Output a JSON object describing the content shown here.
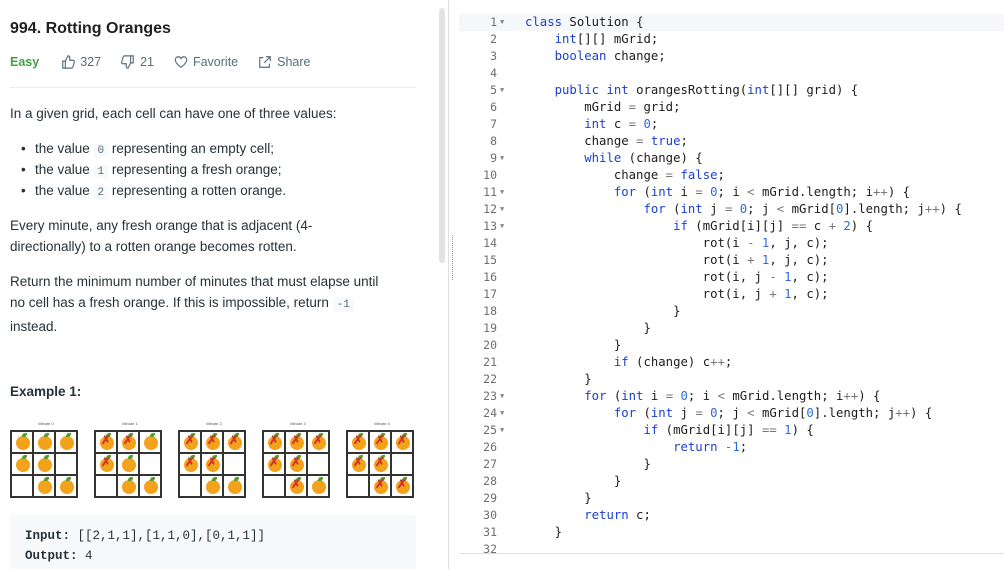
{
  "problem": {
    "title": "994. Rotting Oranges",
    "difficulty": "Easy",
    "likes": "327",
    "dislikes": "21",
    "favorite_label": "Favorite",
    "share_label": "Share",
    "intro": "In a given grid, each cell can have one of three values:",
    "values": [
      {
        "pre": "the value ",
        "code": "0",
        "post": " representing an empty cell;"
      },
      {
        "pre": "the value ",
        "code": "1",
        "post": " representing a fresh orange;"
      },
      {
        "pre": "the value ",
        "code": "2",
        "post": " representing a rotten orange."
      }
    ],
    "para2_line1": "Every minute, any fresh orange that is adjacent (4-",
    "para2_line2": "directionally) to a rotten orange becomes rotten.",
    "para3_line1": "Return the minimum number of minutes that must elapse until",
    "para3_line2a": "no cell has a fresh orange.  If this is impossible, return ",
    "para3_code": "-1",
    "para3_line3": "instead.",
    "example_title": "Example 1:",
    "minute_labels": [
      "Minute 0",
      "Minute 1",
      "Minute 2",
      "Minute 3",
      "Minute 4"
    ],
    "input_label": "Input:",
    "input_value": "[[2,1,1],[1,1,0],[0,1,1]]",
    "output_label": "Output:",
    "output_value": "4"
  },
  "grids": [
    [
      [
        1,
        1,
        1
      ],
      [
        1,
        1,
        0
      ],
      [
        0,
        1,
        1
      ]
    ],
    [
      [
        2,
        2,
        1
      ],
      [
        2,
        1,
        0
      ],
      [
        0,
        1,
        1
      ]
    ],
    [
      [
        2,
        2,
        2
      ],
      [
        2,
        2,
        0
      ],
      [
        0,
        1,
        1
      ]
    ],
    [
      [
        2,
        2,
        2
      ],
      [
        2,
        2,
        0
      ],
      [
        0,
        2,
        1
      ]
    ],
    [
      [
        2,
        2,
        2
      ],
      [
        2,
        2,
        0
      ],
      [
        0,
        2,
        2
      ]
    ]
  ],
  "code": {
    "lines": [
      "class Solution {",
      "    int[][] mGrid;",
      "    boolean change;",
      "",
      "    public int orangesRotting(int[][] grid) {",
      "        mGrid = grid;",
      "        int c = 0;",
      "        change = true;",
      "        while (change) {",
      "            change = false;",
      "            for (int i = 0; i < mGrid.length; i++) {",
      "                for (int j = 0; j < mGrid[0].length; j++) {",
      "                    if (mGrid[i][j] == c + 2) {",
      "                        rot(i - 1, j, c);",
      "                        rot(i + 1, j, c);",
      "                        rot(i, j - 1, c);",
      "                        rot(i, j + 1, c);",
      "                    }",
      "                }",
      "            }",
      "            if (change) c++;",
      "        }",
      "        for (int i = 0; i < mGrid.length; i++) {",
      "            for (int j = 0; j < mGrid[0].length; j++) {",
      "                if (mGrid[i][j] == 1) {",
      "                    return -1;",
      "                }",
      "            }",
      "        }",
      "        return c;",
      "    }",
      ""
    ],
    "line_numbers": [
      "1",
      "2",
      "3",
      "4",
      "5",
      "6",
      "7",
      "8",
      "9",
      "10",
      "11",
      "12",
      "13",
      "14",
      "15",
      "16",
      "17",
      "18",
      "19",
      "20",
      "21",
      "22",
      "23",
      "24",
      "25",
      "26",
      "27",
      "28",
      "29",
      "30",
      "31",
      "32"
    ],
    "fold_lines": [
      1,
      5,
      9,
      11,
      12,
      13,
      23,
      24,
      25
    ],
    "keyword_color": "#1a3fcf",
    "number_color": "#2f6bd6"
  }
}
